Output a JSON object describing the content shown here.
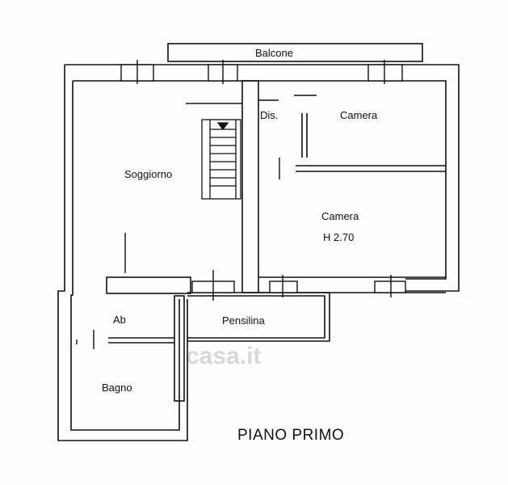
{
  "plan": {
    "title": "PIANO PRIMO",
    "rooms": {
      "balcone": "Balcone",
      "dis": "Dis.",
      "camera_top": "Camera",
      "soggiorno": "Soggiorno",
      "camera_main": "Camera",
      "height": "H 2.70",
      "ab": "Ab",
      "pensilina": "Pensilina",
      "bagno": "Bagno"
    },
    "watermark": "casa.it"
  },
  "colors": {
    "wall": "#111111",
    "paper": "#fdfdfd",
    "watermark": "#d8d8d8"
  }
}
